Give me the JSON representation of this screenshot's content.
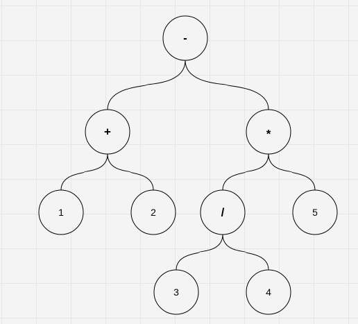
{
  "diagram": {
    "type": "expression-tree",
    "nodes": [
      {
        "id": "n-minus",
        "label": "-",
        "kind": "operator"
      },
      {
        "id": "n-plus",
        "label": "+",
        "kind": "operator"
      },
      {
        "id": "n-times",
        "label": "*",
        "kind": "operator"
      },
      {
        "id": "n-1",
        "label": "1",
        "kind": "operand"
      },
      {
        "id": "n-2",
        "label": "2",
        "kind": "operand"
      },
      {
        "id": "n-div",
        "label": "/",
        "kind": "operator"
      },
      {
        "id": "n-5",
        "label": "5",
        "kind": "operand"
      },
      {
        "id": "n-3",
        "label": "3",
        "kind": "operand"
      },
      {
        "id": "n-4",
        "label": "4",
        "kind": "operand"
      }
    ],
    "edges": [
      [
        "n-minus",
        "n-plus"
      ],
      [
        "n-minus",
        "n-times"
      ],
      [
        "n-plus",
        "n-1"
      ],
      [
        "n-plus",
        "n-2"
      ],
      [
        "n-times",
        "n-div"
      ],
      [
        "n-times",
        "n-5"
      ],
      [
        "n-div",
        "n-3"
      ],
      [
        "n-div",
        "n-4"
      ]
    ]
  }
}
